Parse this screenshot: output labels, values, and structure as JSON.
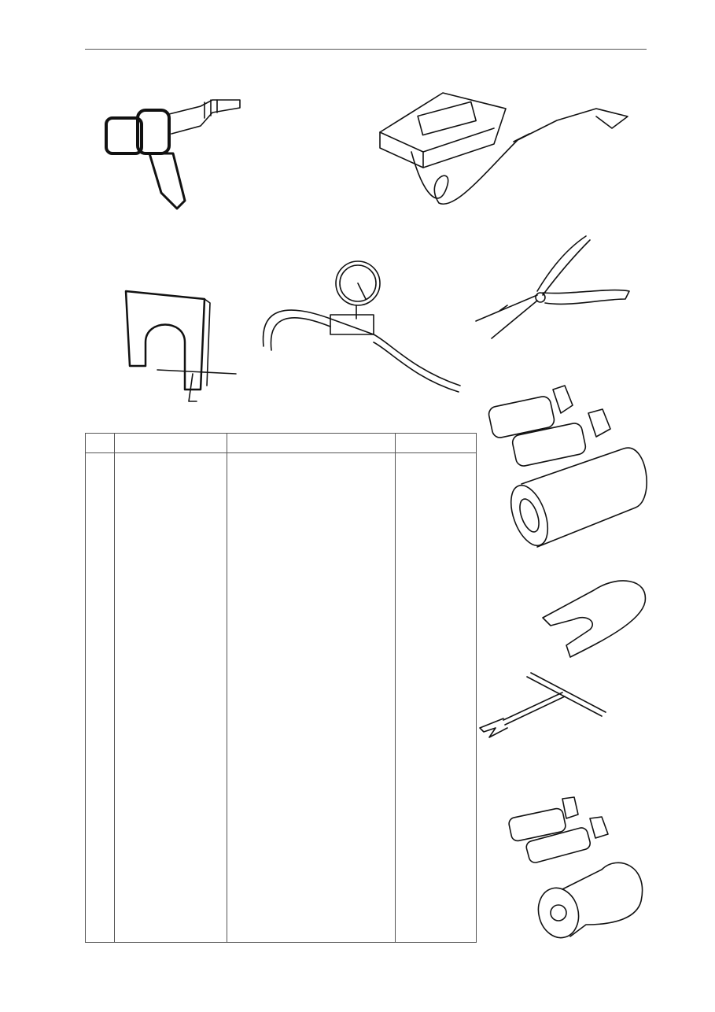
{
  "illustrations": [
    "injector-tool",
    "circuit-tester",
    "holder-bracket",
    "pressure-gauge",
    "pliers",
    "threaded-adapters",
    "fork-plate",
    "t-handle-fork",
    "bolts-and-puller"
  ],
  "table": {
    "headers": [
      "",
      "",
      "",
      ""
    ],
    "rows": [
      [
        "",
        "",
        "",
        ""
      ]
    ]
  }
}
